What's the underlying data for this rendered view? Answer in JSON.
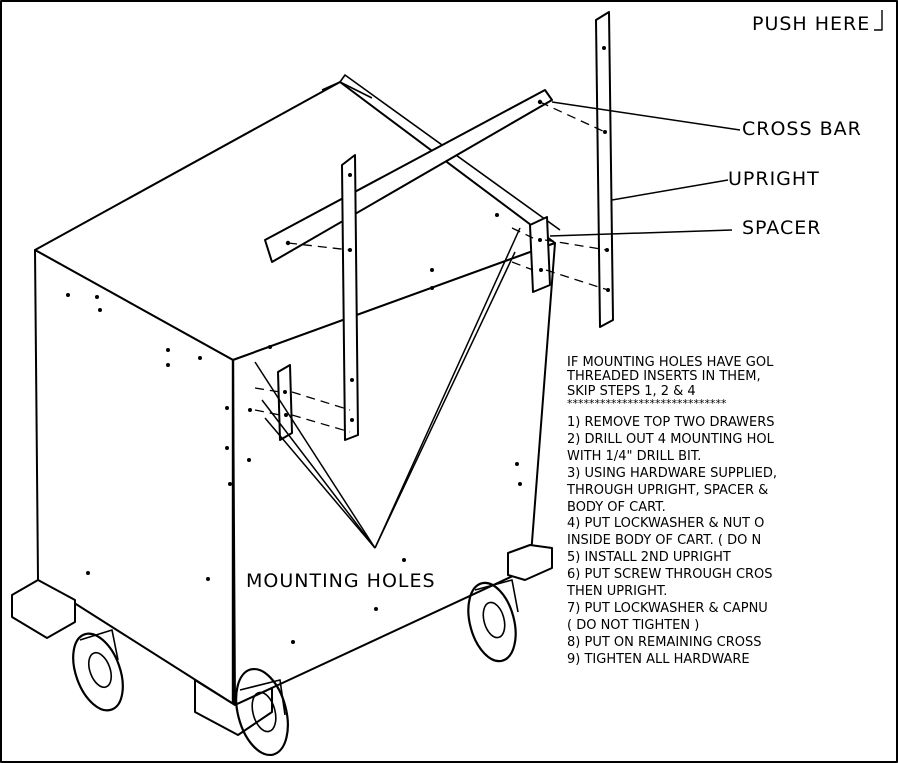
{
  "labels": {
    "push_here": "PUSH HERE",
    "cross_bar": "CROSS BAR",
    "upright": "UPRIGHT",
    "spacer": "SPACER",
    "mounting_holes": "MOUNTING HOLES"
  },
  "note": {
    "line1": "IF MOUNTING HOLES HAVE GOL",
    "line2": "THREADED INSERTS IN THEM,",
    "line3": "SKIP STEPS 1, 2 & 4",
    "separator": "*****************************"
  },
  "steps": [
    "1) REMOVE TOP TWO DRAWERS",
    "2) DRILL OUT 4 MOUNTING HOL",
    "WITH 1/4\" DRILL BIT.",
    "3) USING HARDWARE SUPPLIED,",
    "THROUGH UPRIGHT, SPACER &",
    "BODY OF CART.",
    "4) PUT LOCKWASHER & NUT O",
    "INSIDE BODY OF CART. ( DO N",
    "5) INSTALL 2ND UPRIGHT",
    "6) PUT SCREW THROUGH CROS",
    "THEN UPRIGHT.",
    "7) PUT LOCKWASHER & CAPNU",
    "( DO NOT TIGHTEN )",
    "8) PUT ON REMAINING CROSS",
    "9) TIGHTEN ALL HARDWARE"
  ]
}
